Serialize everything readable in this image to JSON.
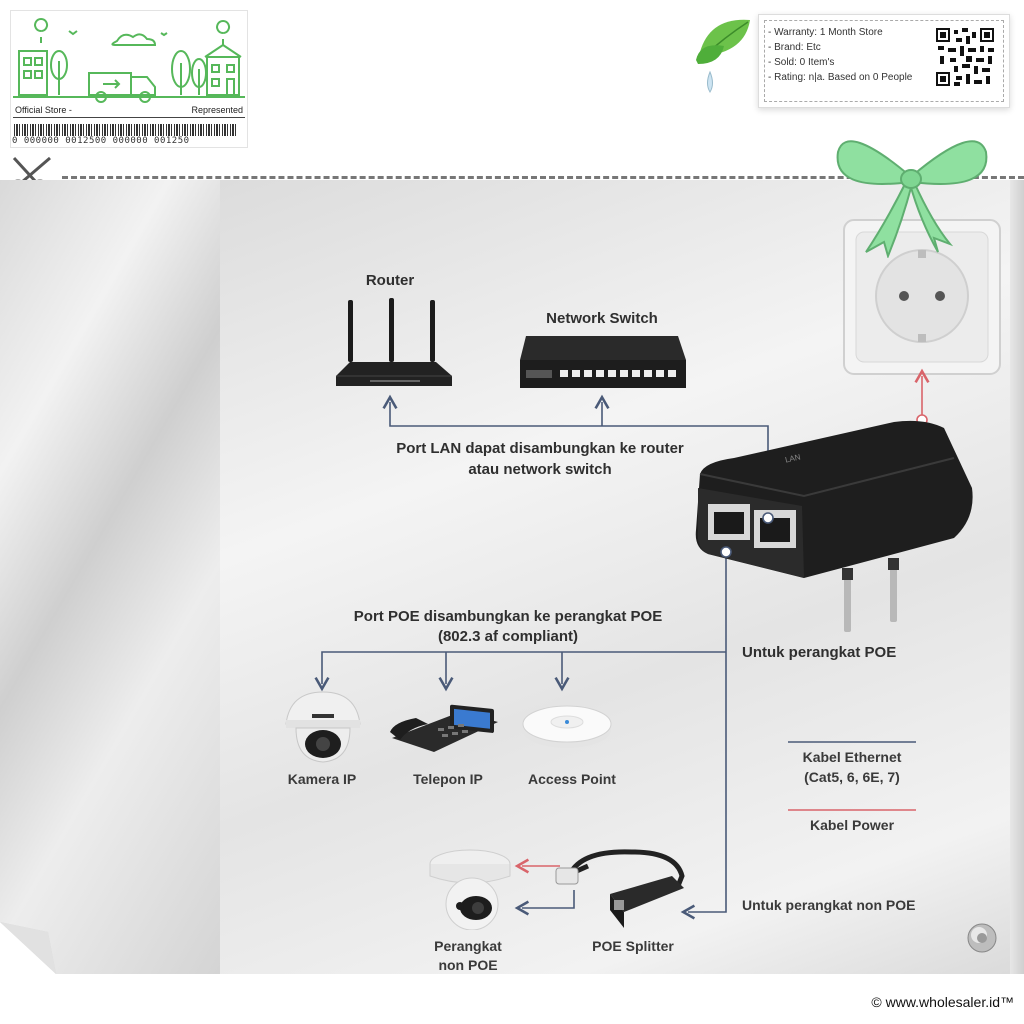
{
  "store_card": {
    "left_label": "Official Store -",
    "right_label": "Represented",
    "barcode_number": "0 000000 0012500 000000 001250"
  },
  "info": {
    "lines": [
      "- Warranty: 1 Month Store",
      "- Brand: Etc",
      "- Sold: 0 Item's",
      "- Rating: n|a. Based on 0 People"
    ]
  },
  "diagram": {
    "router_label": "Router",
    "switch_label": "Network Switch",
    "lan_caption_line1": "Port LAN dapat disambungkan ke router",
    "lan_caption_line2": "atau network switch",
    "poe_caption_line1": "Port POE disambungkan ke perangkat POE",
    "poe_caption_line2": "(802.3 af compliant)",
    "poe_device_label": "Untuk perangkat POE",
    "devices": [
      "Kamera IP",
      "Telepon IP",
      "Access Point"
    ],
    "legend_ethernet_line1": "Kabel Ethernet",
    "legend_ethernet_line2": "(Cat5, 6, 6E, 7)",
    "legend_power": "Kabel Power",
    "non_poe_label": "Untuk perangkat non POE",
    "non_poe_device_line1": "Perangkat",
    "non_poe_device_line2": "non POE",
    "splitter_label": "POE Splitter",
    "injector_port_lan": "LAN"
  },
  "colors": {
    "ethernet_line": "#4a5a78",
    "power_line": "#d9646a",
    "bow": "#8fe0a0",
    "store_green": "#56b85a"
  },
  "footer": {
    "copyright": "© www.wholesaler.id™"
  }
}
